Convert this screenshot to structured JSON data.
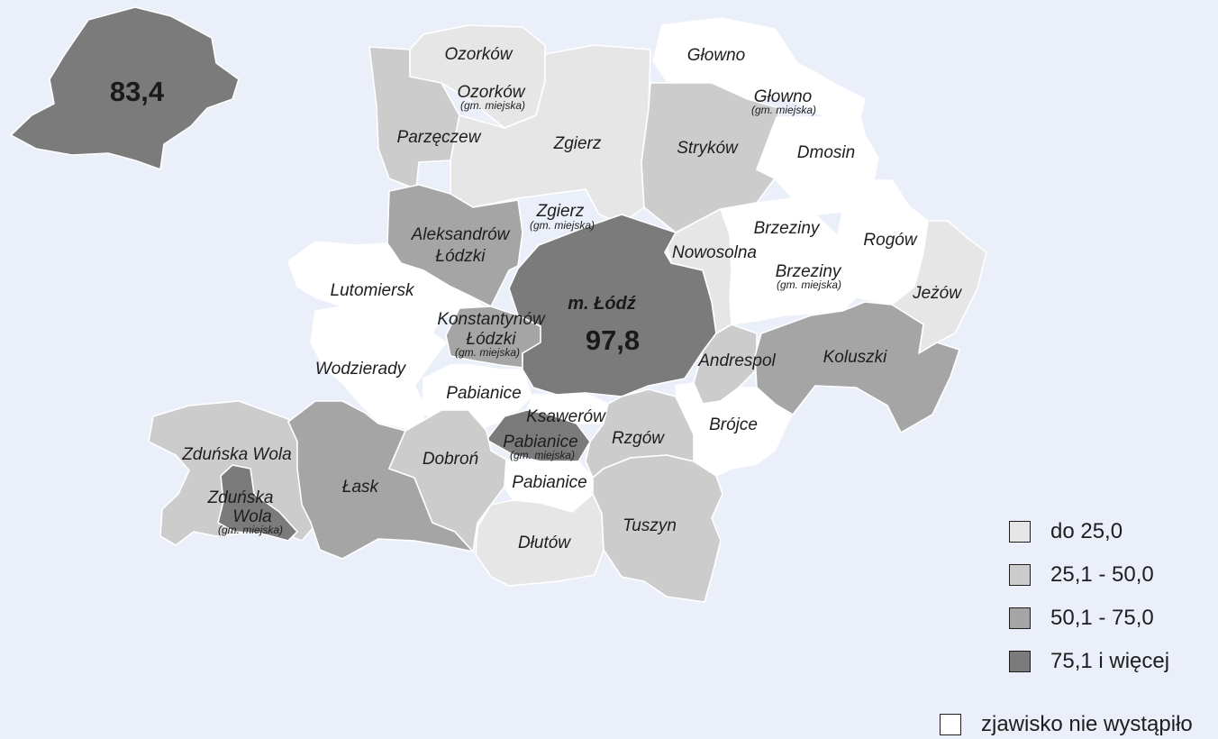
{
  "colors": {
    "background": "#eaeff9",
    "no_data": "#ffffff",
    "class_1": "#e6e6e6",
    "class_2": "#cccccc",
    "class_3": "#a5a5a5",
    "class_4": "#7b7b7b"
  },
  "inset": {
    "value": "83,4"
  },
  "city": {
    "name": "m. Łódź",
    "value": "97,8"
  },
  "sub_label": "(gm. miejska)",
  "regions": [
    {
      "id": "ozorkow",
      "name": "Ozorków",
      "class": 1
    },
    {
      "id": "ozorkow-m",
      "name": "Ozorków",
      "class": 4,
      "urban": true
    },
    {
      "id": "parzeczew",
      "name": "Parzęczew",
      "class": 2
    },
    {
      "id": "zgierz",
      "name": "Zgierz",
      "class": 1
    },
    {
      "id": "zgierz-m",
      "name": "Zgierz",
      "class": 4,
      "urban": true
    },
    {
      "id": "glowno",
      "name": "Głowno",
      "class": 0
    },
    {
      "id": "glowno-m",
      "name": "Głowno",
      "class": 3,
      "urban": true
    },
    {
      "id": "strykow",
      "name": "Stryków",
      "class": 2
    },
    {
      "id": "dmosin",
      "name": "Dmosin",
      "class": 0
    },
    {
      "id": "brzeziny",
      "name": "Brzeziny",
      "class": 0
    },
    {
      "id": "brzeziny-m",
      "name": "Brzeziny",
      "class": 4,
      "urban": true
    },
    {
      "id": "rogow",
      "name": "Rogów",
      "class": 0
    },
    {
      "id": "jezow",
      "name": "Jeżów",
      "class": 1
    },
    {
      "id": "nowosolna",
      "name": "Nowosolna",
      "class": 1
    },
    {
      "id": "aleksandrow",
      "name": "Aleksandrów Łódzki",
      "class": 3
    },
    {
      "id": "lutomiersk",
      "name": "Lutomiersk",
      "class": 0
    },
    {
      "id": "konstantynow",
      "name": "Konstantynów Łódzki",
      "class": 3,
      "urban": true
    },
    {
      "id": "wodzierady",
      "name": "Wodzierady",
      "class": 0
    },
    {
      "id": "pabianice-w",
      "name": "Pabianice",
      "class": 0
    },
    {
      "id": "lodz",
      "name": "m. Łódź",
      "class": 4
    },
    {
      "id": "andrespol",
      "name": "Andrespol",
      "class": 2
    },
    {
      "id": "koluszki",
      "name": "Koluszki",
      "class": 3
    },
    {
      "id": "brojce",
      "name": "Brójce",
      "class": 0
    },
    {
      "id": "ksawerow",
      "name": "Ksawerów",
      "class": 0
    },
    {
      "id": "pabianice-m",
      "name": "Pabianice",
      "class": 4,
      "urban": true
    },
    {
      "id": "rzgow",
      "name": "Rzgów",
      "class": 2
    },
    {
      "id": "zdunska",
      "name": "Zduńska Wola",
      "class": 2
    },
    {
      "id": "zdunska-m",
      "name": "Zduńska Wola",
      "class": 4,
      "urban": true
    },
    {
      "id": "lask",
      "name": "Łask",
      "class": 3
    },
    {
      "id": "dobron",
      "name": "Dobroń",
      "class": 2
    },
    {
      "id": "pabianice-s",
      "name": "Pabianice",
      "class": 0
    },
    {
      "id": "dlutow",
      "name": "Dłutów",
      "class": 1
    },
    {
      "id": "tuszyn",
      "name": "Tuszyn",
      "class": 2
    }
  ],
  "legend": {
    "items": [
      {
        "label": "do 25,0",
        "class": 1
      },
      {
        "label": "25,1 - 50,0",
        "class": 2
      },
      {
        "label": "50,1 - 75,0",
        "class": 3
      },
      {
        "label": "75,1 i więcej",
        "class": 4
      }
    ],
    "no_data_label": "zjawisko nie wystąpiło"
  }
}
